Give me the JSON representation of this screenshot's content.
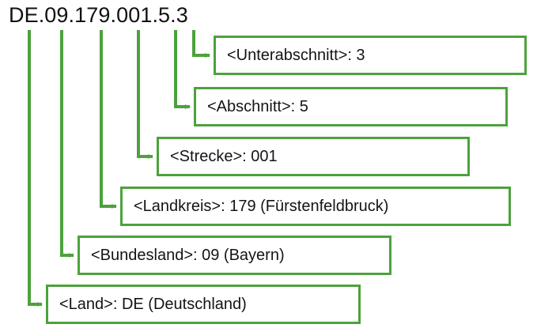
{
  "diagram": {
    "title": "DE.09.179.001.5.3",
    "accent_color": "#4ca23c",
    "text_color": "#141414",
    "background_color": "#ffffff",
    "code_segments": [
      "DE",
      "09",
      "179",
      "001",
      "5",
      "3"
    ],
    "nodes": [
      {
        "label": "<Unterabschnitt>: 3",
        "key": "Unterabschnitt",
        "value": "3",
        "note": ""
      },
      {
        "label": "<Abschnitt>: 5",
        "key": "Abschnitt",
        "value": "5",
        "note": ""
      },
      {
        "label": "<Strecke>: 001",
        "key": "Strecke",
        "value": "001",
        "note": ""
      },
      {
        "label": "<Landkreis>: 179 (Fürstenfeldbruck)",
        "key": "Landkreis",
        "value": "179",
        "note": "Fürstenfeldbruck"
      },
      {
        "label": "<Bundesland>: 09 (Bayern)",
        "key": "Bundesland",
        "value": "09",
        "note": "Bayern"
      },
      {
        "label": "<Land>: DE (Deutschland)",
        "key": "Land",
        "value": "DE",
        "note": "Deutschland"
      }
    ]
  }
}
